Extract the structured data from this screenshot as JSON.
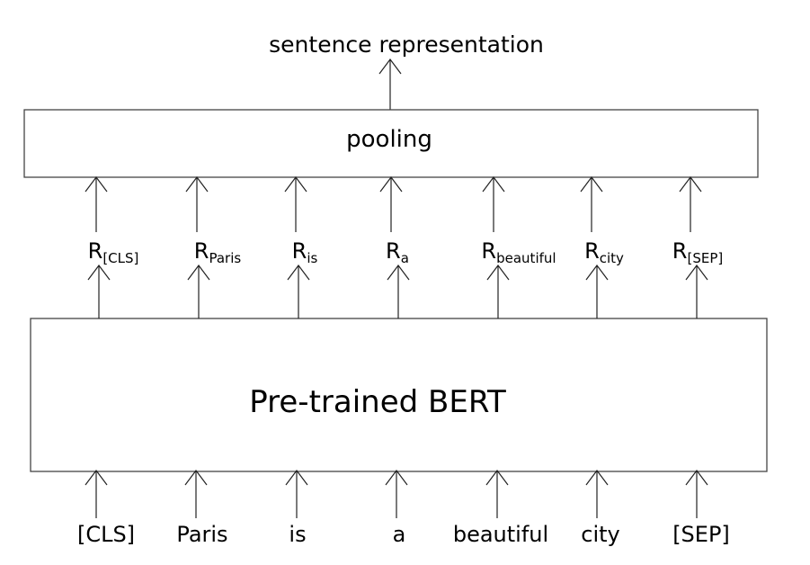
{
  "output_label": "sentence representation",
  "pooling_label": "pooling",
  "bert_label": "Pre-trained BERT",
  "tokens": [
    "[CLS]",
    "Paris",
    "is",
    "a",
    "beautiful",
    "city",
    "[SEP]"
  ],
  "representations": [
    {
      "base": "R",
      "sub": "[CLS]"
    },
    {
      "base": "R",
      "sub": "Paris"
    },
    {
      "base": "R",
      "sub": "is"
    },
    {
      "base": "R",
      "sub": "a"
    },
    {
      "base": "R",
      "sub": "beautiful"
    },
    {
      "base": "R",
      "sub": "city"
    },
    {
      "base": "R",
      "sub": "[SEP]"
    }
  ]
}
